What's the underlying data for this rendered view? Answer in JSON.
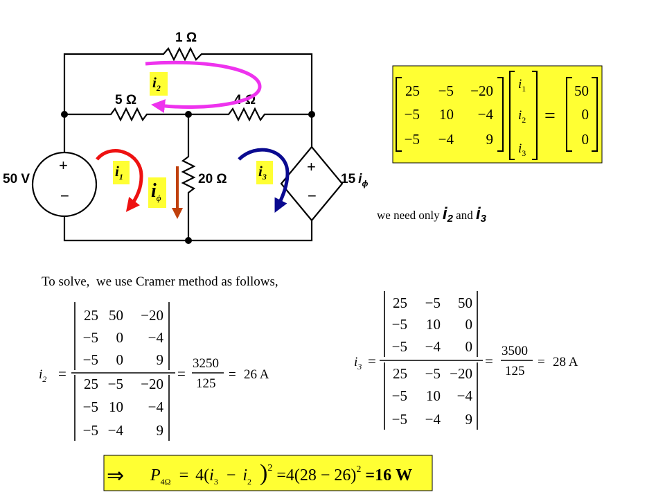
{
  "circuit": {
    "r_top": "1 Ω",
    "r_left": "5 Ω",
    "r_right": "4 Ω",
    "r_middle": "20 Ω",
    "source_voltage": "50 V",
    "source_plus": "+",
    "source_minus": "−",
    "dep_plus": "+",
    "dep_minus": "−",
    "dep_coef": "15",
    "dep_var": "i",
    "dep_sub": "ϕ",
    "loop_i1": "i",
    "loop_i1_sub": "1",
    "loop_i2": "i",
    "loop_i2_sub": "2",
    "loop_i3": "i",
    "loop_i3_sub": "3",
    "i_phi": "i",
    "i_phi_sub": "ϕ"
  },
  "colors": {
    "highlight": "#ffff33",
    "loop1_arrow": "#ee1111",
    "loop2_arrow": "#ee33ee",
    "loop3_arrow": "#0a0a90",
    "iphi_arrow": "#c0400c"
  },
  "system": {
    "matrix": [
      [
        "25",
        "−5",
        "−20"
      ],
      [
        "−5",
        "10",
        "−4"
      ],
      [
        "−5",
        "−4",
        "9"
      ]
    ],
    "vars": [
      [
        "i",
        "1"
      ],
      [
        "i",
        "2"
      ],
      [
        "i",
        "3"
      ]
    ],
    "rhs": [
      "50",
      "0",
      "0"
    ],
    "equals": "="
  },
  "note": {
    "prefix": "we need only",
    "var_a": "i",
    "sub_a": "2",
    "conj": "and",
    "var_b": "i",
    "sub_b": "3"
  },
  "intro": "To solve,  we use Cramer method as follows,",
  "i2_solution": {
    "lhs_var": "i",
    "lhs_sub": "2",
    "eq": "=",
    "numerator": [
      [
        "25",
        "50",
        "−20"
      ],
      [
        "−5",
        "0",
        "−4"
      ],
      [
        "−5",
        "0",
        "9"
      ]
    ],
    "denominator": [
      [
        "25",
        "−5",
        "−20"
      ],
      [
        "−5",
        "10",
        "−4"
      ],
      [
        "−5",
        "−4",
        "9"
      ]
    ],
    "eq2": "=",
    "frac_num": "3250",
    "frac_den": "125",
    "eq3": "=",
    "result": "26 A"
  },
  "i3_solution": {
    "lhs_var": "i",
    "lhs_sub": "3",
    "eq": "=",
    "numerator": [
      [
        "25",
        "−5",
        "50"
      ],
      [
        "−5",
        "10",
        "0"
      ],
      [
        "−5",
        "−4",
        "0"
      ]
    ],
    "denominator": [
      [
        "25",
        "−5",
        "−20"
      ],
      [
        "−5",
        "10",
        "−4"
      ],
      [
        "−5",
        "−4",
        "9"
      ]
    ],
    "eq2": "=",
    "frac_num": "3500",
    "frac_den": "125",
    "eq3": "=",
    "result": "28 A"
  },
  "power": {
    "arrow": "⇒",
    "P": "P",
    "P_sub": "4Ω",
    "eq": "=",
    "coef": "4(",
    "var_a": "i",
    "sub_a": "3",
    "minus": "−",
    "var_b": "i",
    "sub_b": "2",
    "close": ")",
    "exp": "2",
    "expr2": "=4(28 − 26)",
    "exp2": "2",
    "result": "=16 W"
  }
}
